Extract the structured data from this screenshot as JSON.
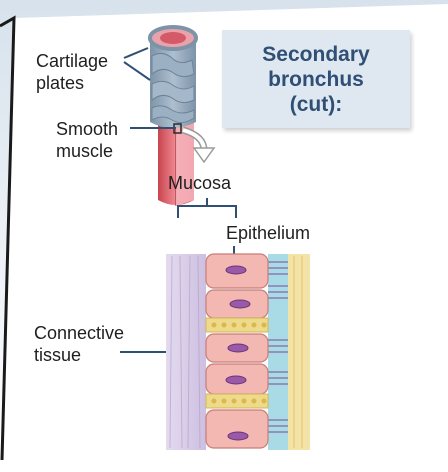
{
  "title": "Secondary\nbronchus\n(cut):",
  "labels": {
    "cartilage": "Cartilage\nplates",
    "smooth_muscle": "Smooth\nmuscle",
    "mucosa": "Mucosa",
    "epithelium": "Epithelium",
    "connective_tissue": "Connective\ntissue"
  },
  "colors": {
    "title_bg": "#dfe8f1",
    "title_text": "#2f4f75",
    "cartilage": "#8fa4b8",
    "smooth_muscle": "#e8707a",
    "epithelial_cell": "#f4b8b2",
    "nucleus": "#9a5aa8",
    "connective_tissue": "#d8cce6",
    "basement_yellow": "#efd98a",
    "lumen_side": "#9fd6e2"
  }
}
